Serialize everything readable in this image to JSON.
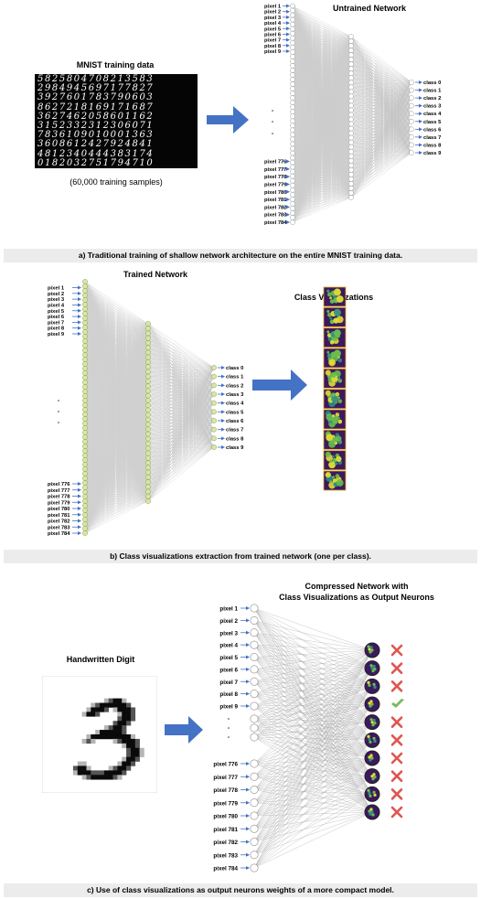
{
  "panel_a": {
    "mnist_title": "MNIST training data",
    "samples_note": "(60,000 training samples)",
    "network_title": "Untrained Network",
    "digit_rows": [
      "5825804708213583",
      "2984945697177827",
      "3927601783790603",
      "8627218169171687",
      "3627462058601162",
      "3152332312306071",
      "7836109010001363",
      "3608612427924841",
      "4812340444383174",
      "0182032751794710"
    ],
    "caption": "a)   Traditional training of shallow network architecture on the entire MNIST training data."
  },
  "panel_b": {
    "network_title": "Trained Network",
    "visualizations_title": "Class Visualizations",
    "caption": "b)   Class visualizations extraction from trained network (one per class)."
  },
  "panel_c": {
    "network_title_line1": "Compressed Network with",
    "network_title_line2": "Class Visualizations as Output Neurons",
    "digit_title": "Handwritten Digit",
    "caption": "c)   Use of class visualizations as output neurons weights of a more compact model.",
    "outputs": [
      "wrong",
      "wrong",
      "wrong",
      "correct",
      "wrong",
      "wrong",
      "wrong",
      "wrong",
      "wrong",
      "wrong"
    ]
  },
  "pixels_top": [
    "pixel 1",
    "pixel 2",
    "pixel 3",
    "pixel 4",
    "pixel 5",
    "pixel 6",
    "pixel 7",
    "pixel 8",
    "pixel 9"
  ],
  "pixels_bottom": [
    "pixel 776",
    "pixel 777",
    "pixel 778",
    "pixel 779",
    "pixel 780",
    "pixel 781",
    "pixel 782",
    "pixel 783",
    "pixel 784"
  ],
  "classes": [
    "class 0",
    "class 1",
    "class 2",
    "class 3",
    "class 4",
    "class 5",
    "class 6",
    "class 7",
    "class 8",
    "class 9"
  ],
  "colors": {
    "arrow": "#4472c4",
    "node_a": "#ffffff",
    "node_b": "#d9e7a6",
    "node_b_stroke": "#8aa14a",
    "caption_bg": "#ececec",
    "cross": "#e05550",
    "check": "#7cb862",
    "viz_purple": "#3b1a5e",
    "viz_green": "#6abf4b",
    "viz_yellow": "#e6dc33",
    "viz_teal": "#2a8d8c",
    "viz_frame": "#e3a21a"
  }
}
